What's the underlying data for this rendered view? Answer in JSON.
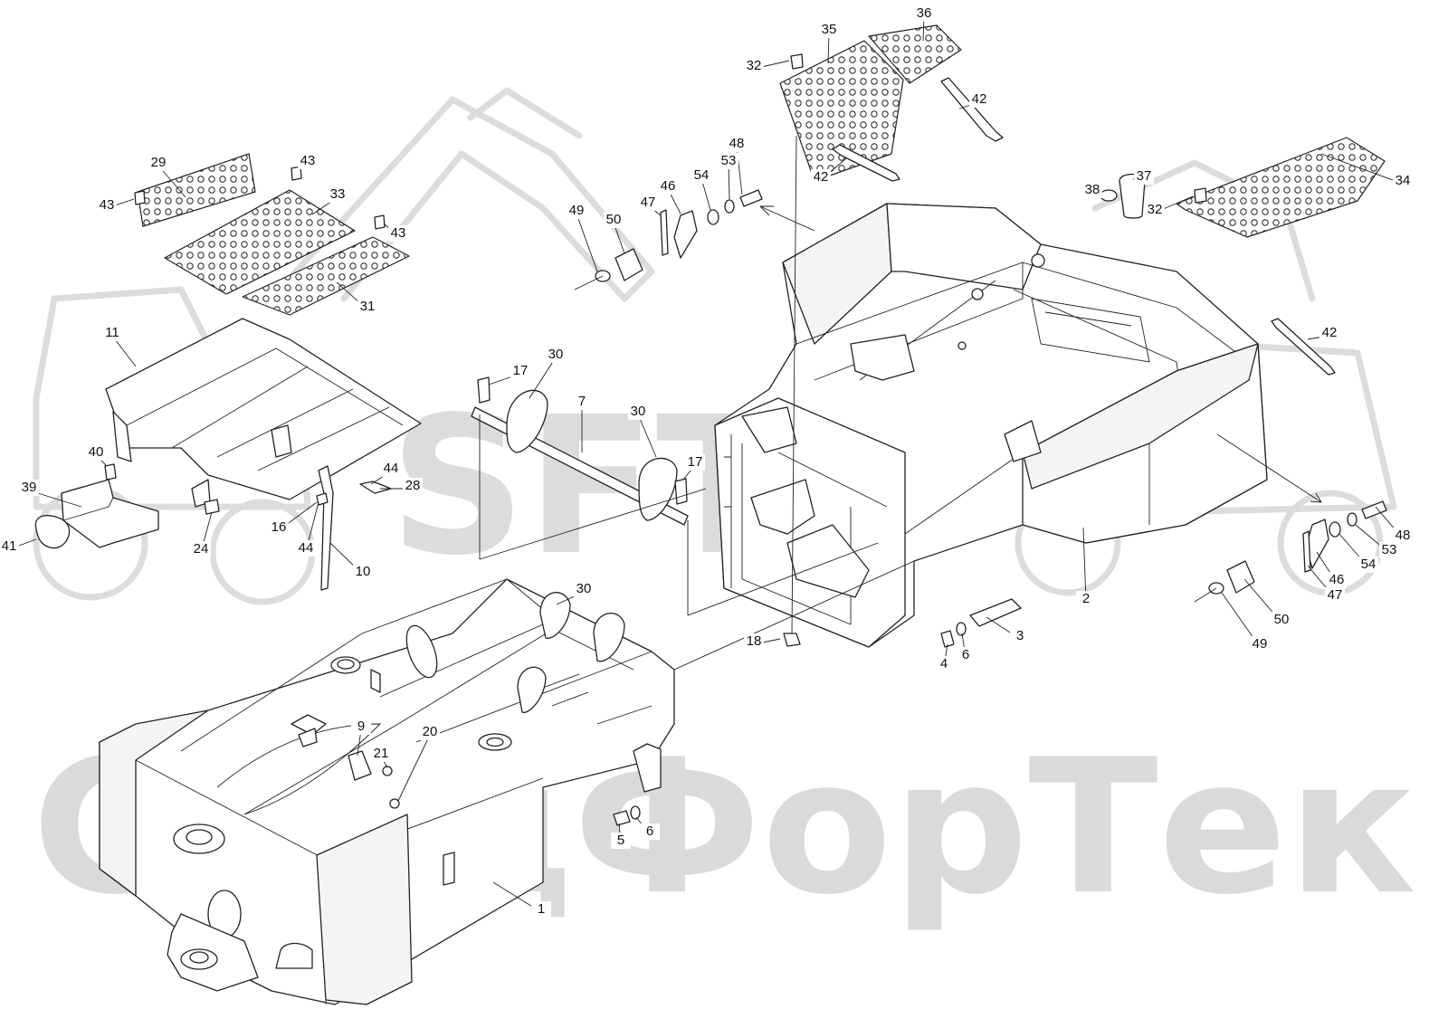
{
  "watermark": {
    "logo_text": "SFT",
    "brand_text": "СпецФорТек",
    "color": "#d9d9d9"
  },
  "colors": {
    "line": "#222222",
    "label": "#111111",
    "background": "#ffffff"
  },
  "callouts": [
    {
      "id": "c1",
      "text": "1"
    },
    {
      "id": "c2",
      "text": "2"
    },
    {
      "id": "c3",
      "text": "3"
    },
    {
      "id": "c4",
      "text": "4"
    },
    {
      "id": "c5",
      "text": "5"
    },
    {
      "id": "c6a",
      "text": "6"
    },
    {
      "id": "c6b",
      "text": "6"
    },
    {
      "id": "c7",
      "text": "7"
    },
    {
      "id": "c9",
      "text": "9"
    },
    {
      "id": "c10",
      "text": "10"
    },
    {
      "id": "c11",
      "text": "11"
    },
    {
      "id": "c16",
      "text": "16"
    },
    {
      "id": "c17a",
      "text": "17"
    },
    {
      "id": "c17b",
      "text": "17"
    },
    {
      "id": "c18",
      "text": "18"
    },
    {
      "id": "c20",
      "text": "20"
    },
    {
      "id": "c21",
      "text": "21"
    },
    {
      "id": "c24",
      "text": "24"
    },
    {
      "id": "c28",
      "text": "28"
    },
    {
      "id": "c29",
      "text": "29"
    },
    {
      "id": "c30a",
      "text": "30"
    },
    {
      "id": "c30b",
      "text": "30"
    },
    {
      "id": "c30c",
      "text": "30"
    },
    {
      "id": "c31",
      "text": "31"
    },
    {
      "id": "c32a",
      "text": "32"
    },
    {
      "id": "c32b",
      "text": "32"
    },
    {
      "id": "c33",
      "text": "33"
    },
    {
      "id": "c34",
      "text": "34"
    },
    {
      "id": "c35",
      "text": "35"
    },
    {
      "id": "c36",
      "text": "36"
    },
    {
      "id": "c37",
      "text": "37"
    },
    {
      "id": "c38",
      "text": "38"
    },
    {
      "id": "c39",
      "text": "39"
    },
    {
      "id": "c40",
      "text": "40"
    },
    {
      "id": "c41",
      "text": "41"
    },
    {
      "id": "c42a",
      "text": "42"
    },
    {
      "id": "c42b",
      "text": "42"
    },
    {
      "id": "c42c",
      "text": "42"
    },
    {
      "id": "c43a",
      "text": "43"
    },
    {
      "id": "c43b",
      "text": "43"
    },
    {
      "id": "c43c",
      "text": "43"
    },
    {
      "id": "c44a",
      "text": "44"
    },
    {
      "id": "c44b",
      "text": "44"
    },
    {
      "id": "c46a",
      "text": "46"
    },
    {
      "id": "c46b",
      "text": "46"
    },
    {
      "id": "c47a",
      "text": "47"
    },
    {
      "id": "c47b",
      "text": "47"
    },
    {
      "id": "c48a",
      "text": "48"
    },
    {
      "id": "c48b",
      "text": "48"
    },
    {
      "id": "c49a",
      "text": "49"
    },
    {
      "id": "c49b",
      "text": "49"
    },
    {
      "id": "c50a",
      "text": "50"
    },
    {
      "id": "c50b",
      "text": "50"
    },
    {
      "id": "c53a",
      "text": "53"
    },
    {
      "id": "c53b",
      "text": "53"
    },
    {
      "id": "c54a",
      "text": "54"
    },
    {
      "id": "c54b",
      "text": "54"
    }
  ]
}
